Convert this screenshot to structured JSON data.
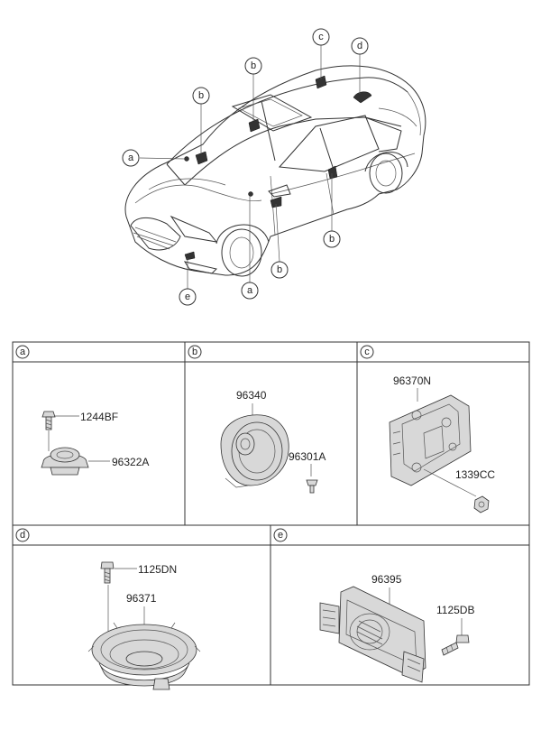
{
  "car_callouts": [
    {
      "id": "a1",
      "letter": "a"
    },
    {
      "id": "b1",
      "letter": "b"
    },
    {
      "id": "b2",
      "letter": "b"
    },
    {
      "id": "c1",
      "letter": "c"
    },
    {
      "id": "d1",
      "letter": "d"
    },
    {
      "id": "b3",
      "letter": "b"
    },
    {
      "id": "b4",
      "letter": "b"
    },
    {
      "id": "a2",
      "letter": "a"
    },
    {
      "id": "e1",
      "letter": "e"
    }
  ],
  "sections": {
    "a": {
      "letter": "a",
      "parts": [
        "1244BF",
        "96322A"
      ]
    },
    "b": {
      "letter": "b",
      "parts": [
        "96340",
        "96301A"
      ]
    },
    "c": {
      "letter": "c",
      "parts": [
        "96370N",
        "1339CC"
      ]
    },
    "d": {
      "letter": "d",
      "parts": [
        "1125DN",
        "96371"
      ]
    },
    "e": {
      "letter": "e",
      "parts": [
        "96395",
        "1125DB"
      ]
    }
  }
}
